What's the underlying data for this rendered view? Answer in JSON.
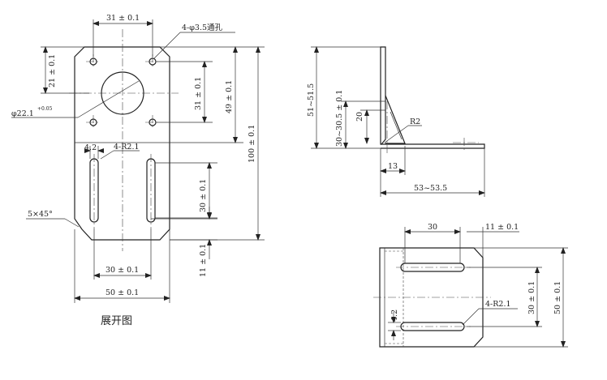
{
  "left_view": {
    "title": "展开图",
    "dims": {
      "top_width": "31 ± 0.1",
      "hole_callout": "4-φ3.5通孔",
      "upper_height": "21 ± 0.1",
      "hole_spacing_v": "31 ± 0.1",
      "upper_total": "49 ± 0.1",
      "total_height": "100 ± 0.1",
      "bore": "φ22.1",
      "bore_tol": "+0.05",
      "slot_width": "4.2",
      "slot_radius": "4-R2.1",
      "slot_length": "30 ± 0.1",
      "chamfer": "5×45°",
      "slot_spacing": "30 ± 0.1",
      "bottom_offset": "11 ± 0.1",
      "overall_width": "50 ± 0.1"
    }
  },
  "side_view": {
    "dims": {
      "height": "51~51.5",
      "gusset": "30~30.5 ± 0.1",
      "gusset_h": "20",
      "bend_radius": "R2",
      "gusset_w": "13",
      "length": "53~53.5"
    }
  },
  "bottom_view": {
    "dims": {
      "slot_offset": "30",
      "edge_offset": "11 ± 0.1",
      "slot_radius": "4-R2.1",
      "slot_spacing": "30 ± 0.1",
      "width": "50 ± 0.1",
      "slot_width": "4.2"
    }
  }
}
